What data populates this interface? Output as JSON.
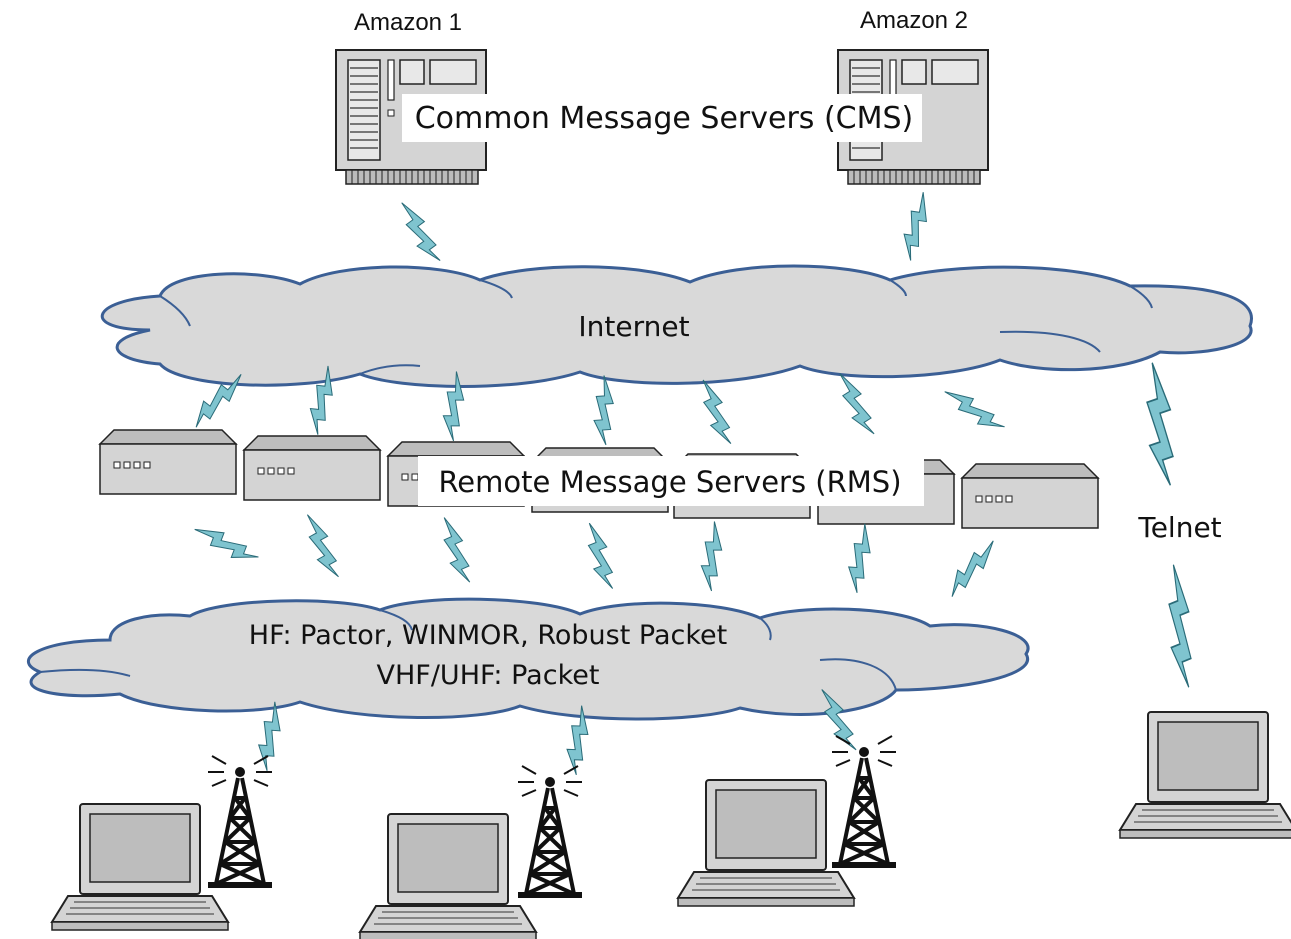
{
  "servers": {
    "amazon1": "Amazon 1",
    "amazon2": "Amazon 2",
    "cms_label": "Common Message Servers (CMS)"
  },
  "internet": {
    "label": "Internet"
  },
  "rms": {
    "label": "Remote Message Servers (RMS)"
  },
  "radio_network": {
    "line1": "HF:  Pactor, WINMOR, Robust Packet",
    "line2": "VHF/UHF:  Packet"
  },
  "telnet": {
    "label": "Telnet"
  },
  "colors": {
    "cloud_fill": "#d9d9d9",
    "cloud_stroke": "#3b5f95",
    "lightning": "#7fc4cf",
    "device_fill": "#d4d4d4",
    "device_stroke": "#222222"
  },
  "icons": [
    "server-icon",
    "cloud-icon",
    "lightning-icon",
    "modem-icon",
    "laptop-icon",
    "radio-tower-icon"
  ]
}
